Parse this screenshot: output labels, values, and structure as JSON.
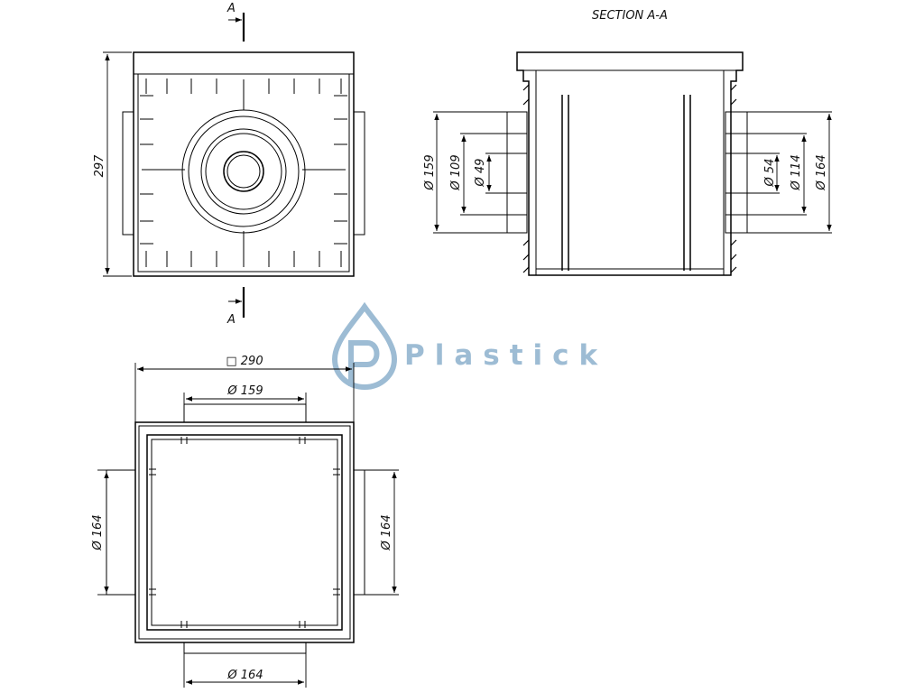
{
  "brand": {
    "name": "Plastick",
    "logo": "drop-p-logo-icon",
    "color": "#9dbcd4"
  },
  "section": {
    "title": "SECTION A-A",
    "marker_top": "A",
    "marker_bottom": "A"
  },
  "plan_view": {
    "height_label": "297"
  },
  "section_view": {
    "left_dims": [
      "Ø 159",
      "Ø 109",
      "Ø 49"
    ],
    "right_dims": [
      "Ø 54",
      "Ø 114",
      "Ø 164"
    ]
  },
  "bottom_view": {
    "width_label": "□ 290",
    "top_outlet": "Ø 159",
    "left_outlet": "Ø 164",
    "right_outlet": "Ø 164",
    "bottom_outlet": "Ø 164"
  }
}
